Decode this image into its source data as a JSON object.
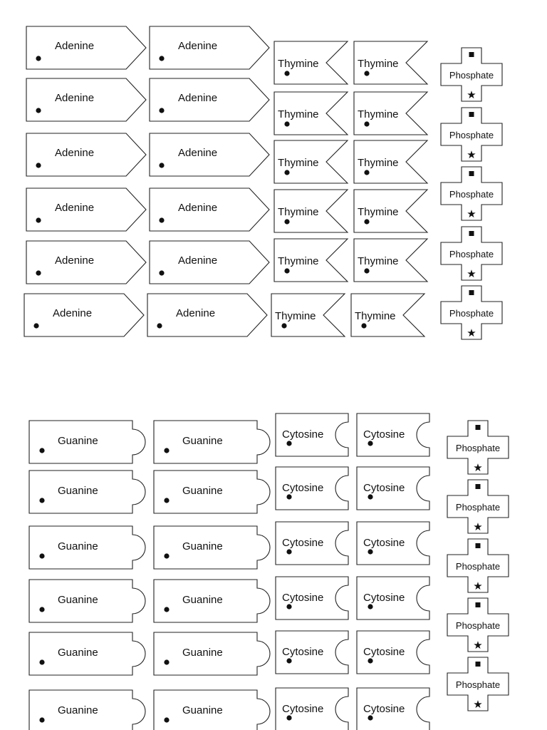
{
  "pieces": {
    "adenine": "Adenine",
    "thymine": "Thymine",
    "guanine": "Guanine",
    "cytosine": "Cytosine",
    "phosphate": "Phosphate"
  },
  "symbols": {
    "phosphate_top": "square",
    "phosphate_bottom": "★",
    "base_marker": "dot"
  },
  "sheet": {
    "rows_per_section": 6,
    "phosphates_per_section": 5
  }
}
